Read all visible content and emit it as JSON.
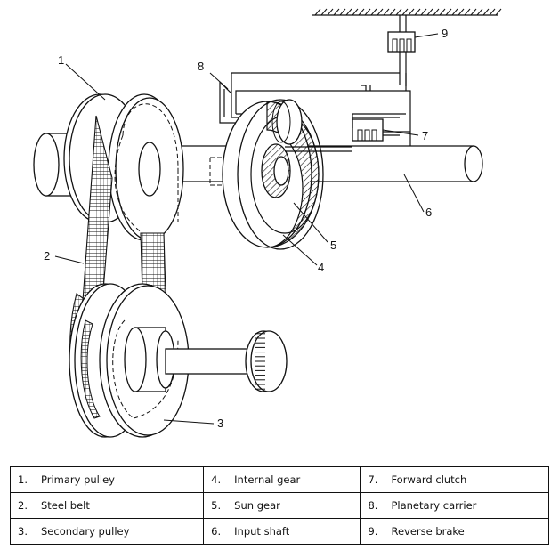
{
  "callouts": [
    "1",
    "2",
    "3",
    "4",
    "5",
    "6",
    "7",
    "8",
    "9"
  ],
  "legend": [
    [
      {
        "num": "1.",
        "text": "Primary pulley"
      },
      {
        "num": "4.",
        "text": "Internal gear"
      },
      {
        "num": "7.",
        "text": "Forward clutch"
      }
    ],
    [
      {
        "num": "2.",
        "text": "Steel belt"
      },
      {
        "num": "5.",
        "text": "Sun gear"
      },
      {
        "num": "8.",
        "text": "Planetary carrier"
      }
    ],
    [
      {
        "num": "3.",
        "text": "Secondary pulley"
      },
      {
        "num": "6.",
        "text": "Input shaft"
      },
      {
        "num": "9.",
        "text": "Reverse brake"
      }
    ]
  ]
}
